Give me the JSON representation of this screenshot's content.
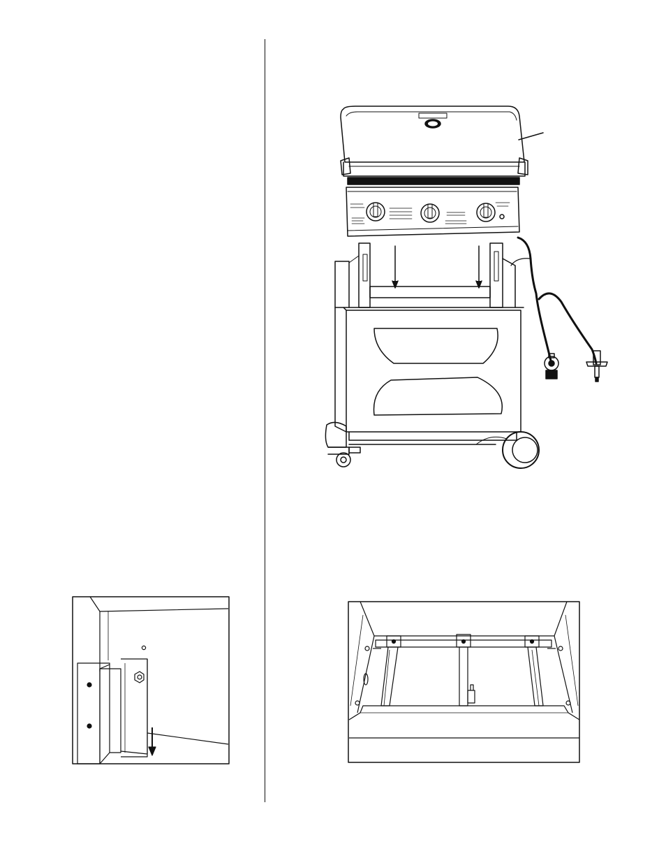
{
  "page": {
    "background": "#ffffff",
    "ink": "#111111"
  },
  "figures": [
    {
      "id": "grill-assembly",
      "kind": "line-illustration",
      "icon": "gas-grill-on-cart"
    },
    {
      "id": "leg-bracket-detail",
      "kind": "line-illustration",
      "icon": "leg-bracket-with-arrow"
    },
    {
      "id": "burner-frame-detail",
      "kind": "line-illustration",
      "icon": "burner-tubes-in-firebox"
    }
  ]
}
